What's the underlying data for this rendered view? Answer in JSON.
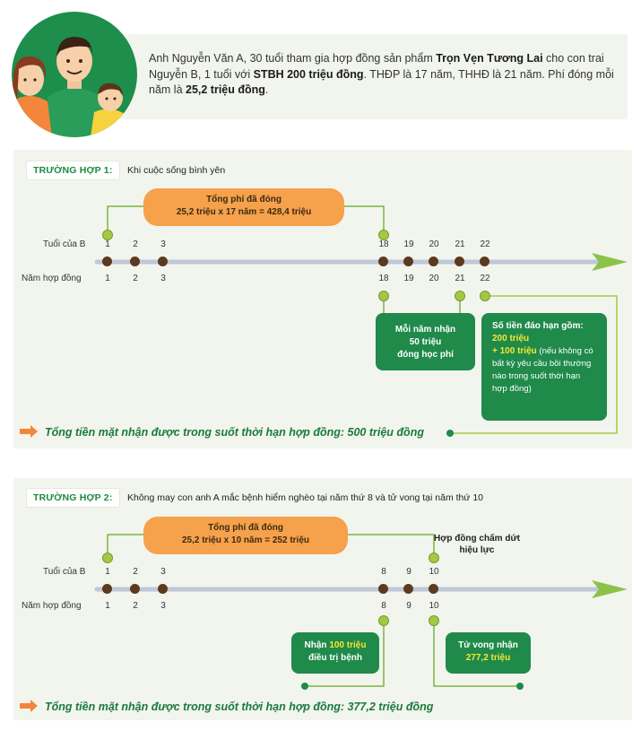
{
  "intro": {
    "text_1": "Anh Nguyễn Văn A, 30 tuổi tham gia hợp đồng sản phẩm ",
    "product": "Trọn Vẹn Tương Lai",
    "text_2": " cho con trai Nguyễn B, 1 tuổi với ",
    "stbh": "STBH 200 triệu đồng",
    "text_3": ". THĐP là 17 năm, THHĐ là 21 năm. Phí đóng mỗi năm là ",
    "premium": "25,2 triệu đồng",
    "text_4": "."
  },
  "case1": {
    "badge": "TRƯỜNG HỢP 1:",
    "desc": "Khi cuộc sống bình yên",
    "pill_title": "Tổng phí đã đóng",
    "pill_formula": "25,2 triệu x 17 năm = 428,4 triệu",
    "row_age": "Tuổi của B",
    "row_year": "Năm hợp đồng",
    "ticks": [
      "1",
      "2",
      "3",
      "18",
      "19",
      "20",
      "21",
      "22"
    ],
    "box_left_1": "Mỗi năm nhận",
    "box_left_2": "50 triệu",
    "box_left_3": "đóng học phí",
    "box_right_title": "Số tiền đáo hạn gồm:",
    "box_right_v1": "200 triệu",
    "box_right_v2": "+ 100 triệu",
    "box_right_note_1": " (nếu không có",
    "box_right_note_2": "bất kỳ yêu cầu bồi thường",
    "box_right_note_3": "nào trong suốt thời hạn",
    "box_right_note_4": "hợp đồng)",
    "total": "Tổng tiền mặt nhận được trong suốt thời hạn hợp đồng: 500 triệu đồng"
  },
  "case2": {
    "badge": "TRƯỜNG HỢP 2:",
    "desc": "Không may con anh A mắc bệnh hiểm nghèo tại năm thứ 8 và tử vong tại năm thứ 10",
    "pill_title": "Tổng phí đã đóng",
    "pill_formula": "25,2 triệu x 10 năm = 252 triệu",
    "end_note_1": "Hợp đồng chấm dứt",
    "end_note_2": "hiệu lực",
    "row_age": "Tuổi của B",
    "row_year": "Năm hợp đồng",
    "ticks": [
      "1",
      "2",
      "3",
      "8",
      "9",
      "10"
    ],
    "box_left_1a": "Nhận ",
    "box_left_1b": "100 triệu",
    "box_left_2": "điều trị bệnh",
    "box_right_1": "Tử vong nhận",
    "box_right_2": "277,2 triệu",
    "total": "Tổng tiền mặt nhận được trong suốt thời hạn hợp đồng: 377,2 triệu đồng"
  },
  "colors": {
    "green": "#1f8a4a",
    "orange": "#f6a14b",
    "lime": "#a3c843",
    "brown": "#5b3a1f",
    "yellow": "#f6e832"
  }
}
